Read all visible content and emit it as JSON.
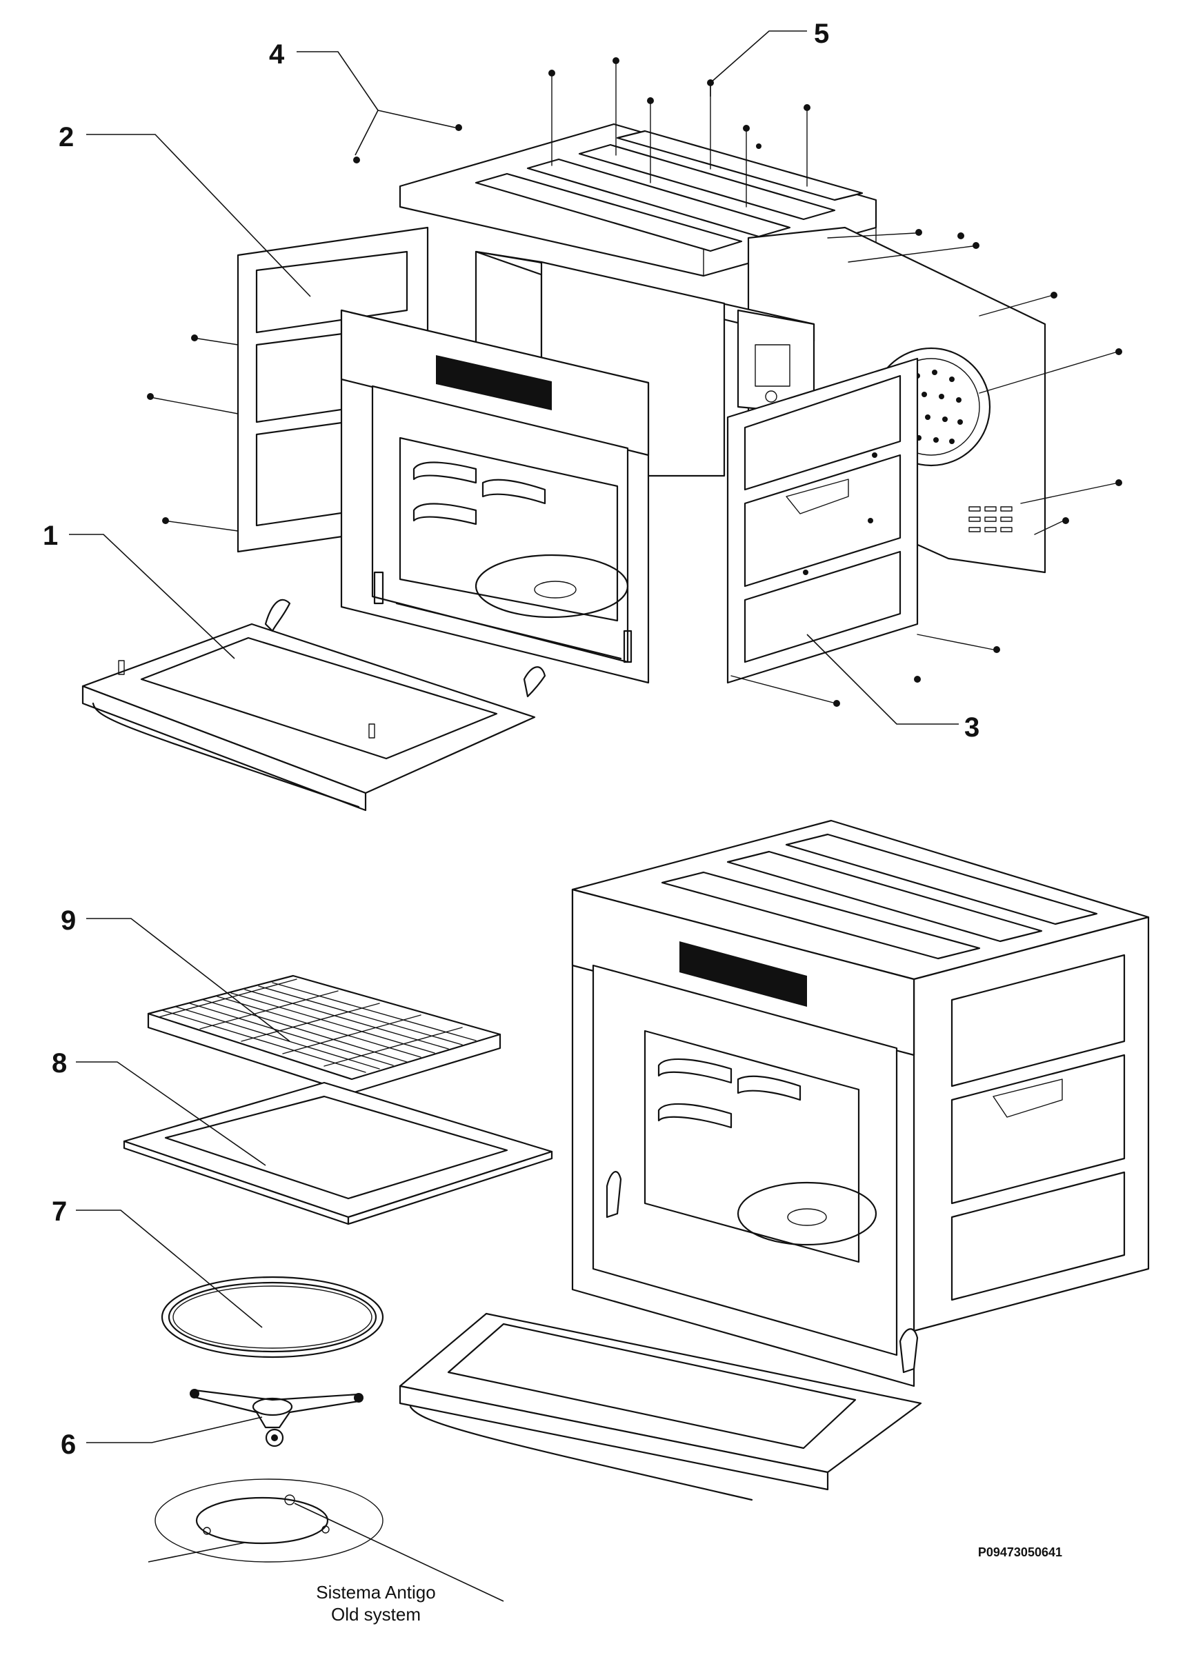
{
  "callouts": [
    {
      "id": "1",
      "label": "1"
    },
    {
      "id": "2",
      "label": "2"
    },
    {
      "id": "3",
      "label": "3"
    },
    {
      "id": "4",
      "label": "4"
    },
    {
      "id": "5",
      "label": "5"
    },
    {
      "id": "6",
      "label": "6"
    },
    {
      "id": "7",
      "label": "7"
    },
    {
      "id": "8",
      "label": "8"
    },
    {
      "id": "9",
      "label": "9"
    }
  ],
  "old_system_note": {
    "line1": "Sistema Antigo",
    "line2": "Old system"
  },
  "drawing_code": "P09473050641",
  "line_color": "#111111",
  "background_color": "#ffffff"
}
